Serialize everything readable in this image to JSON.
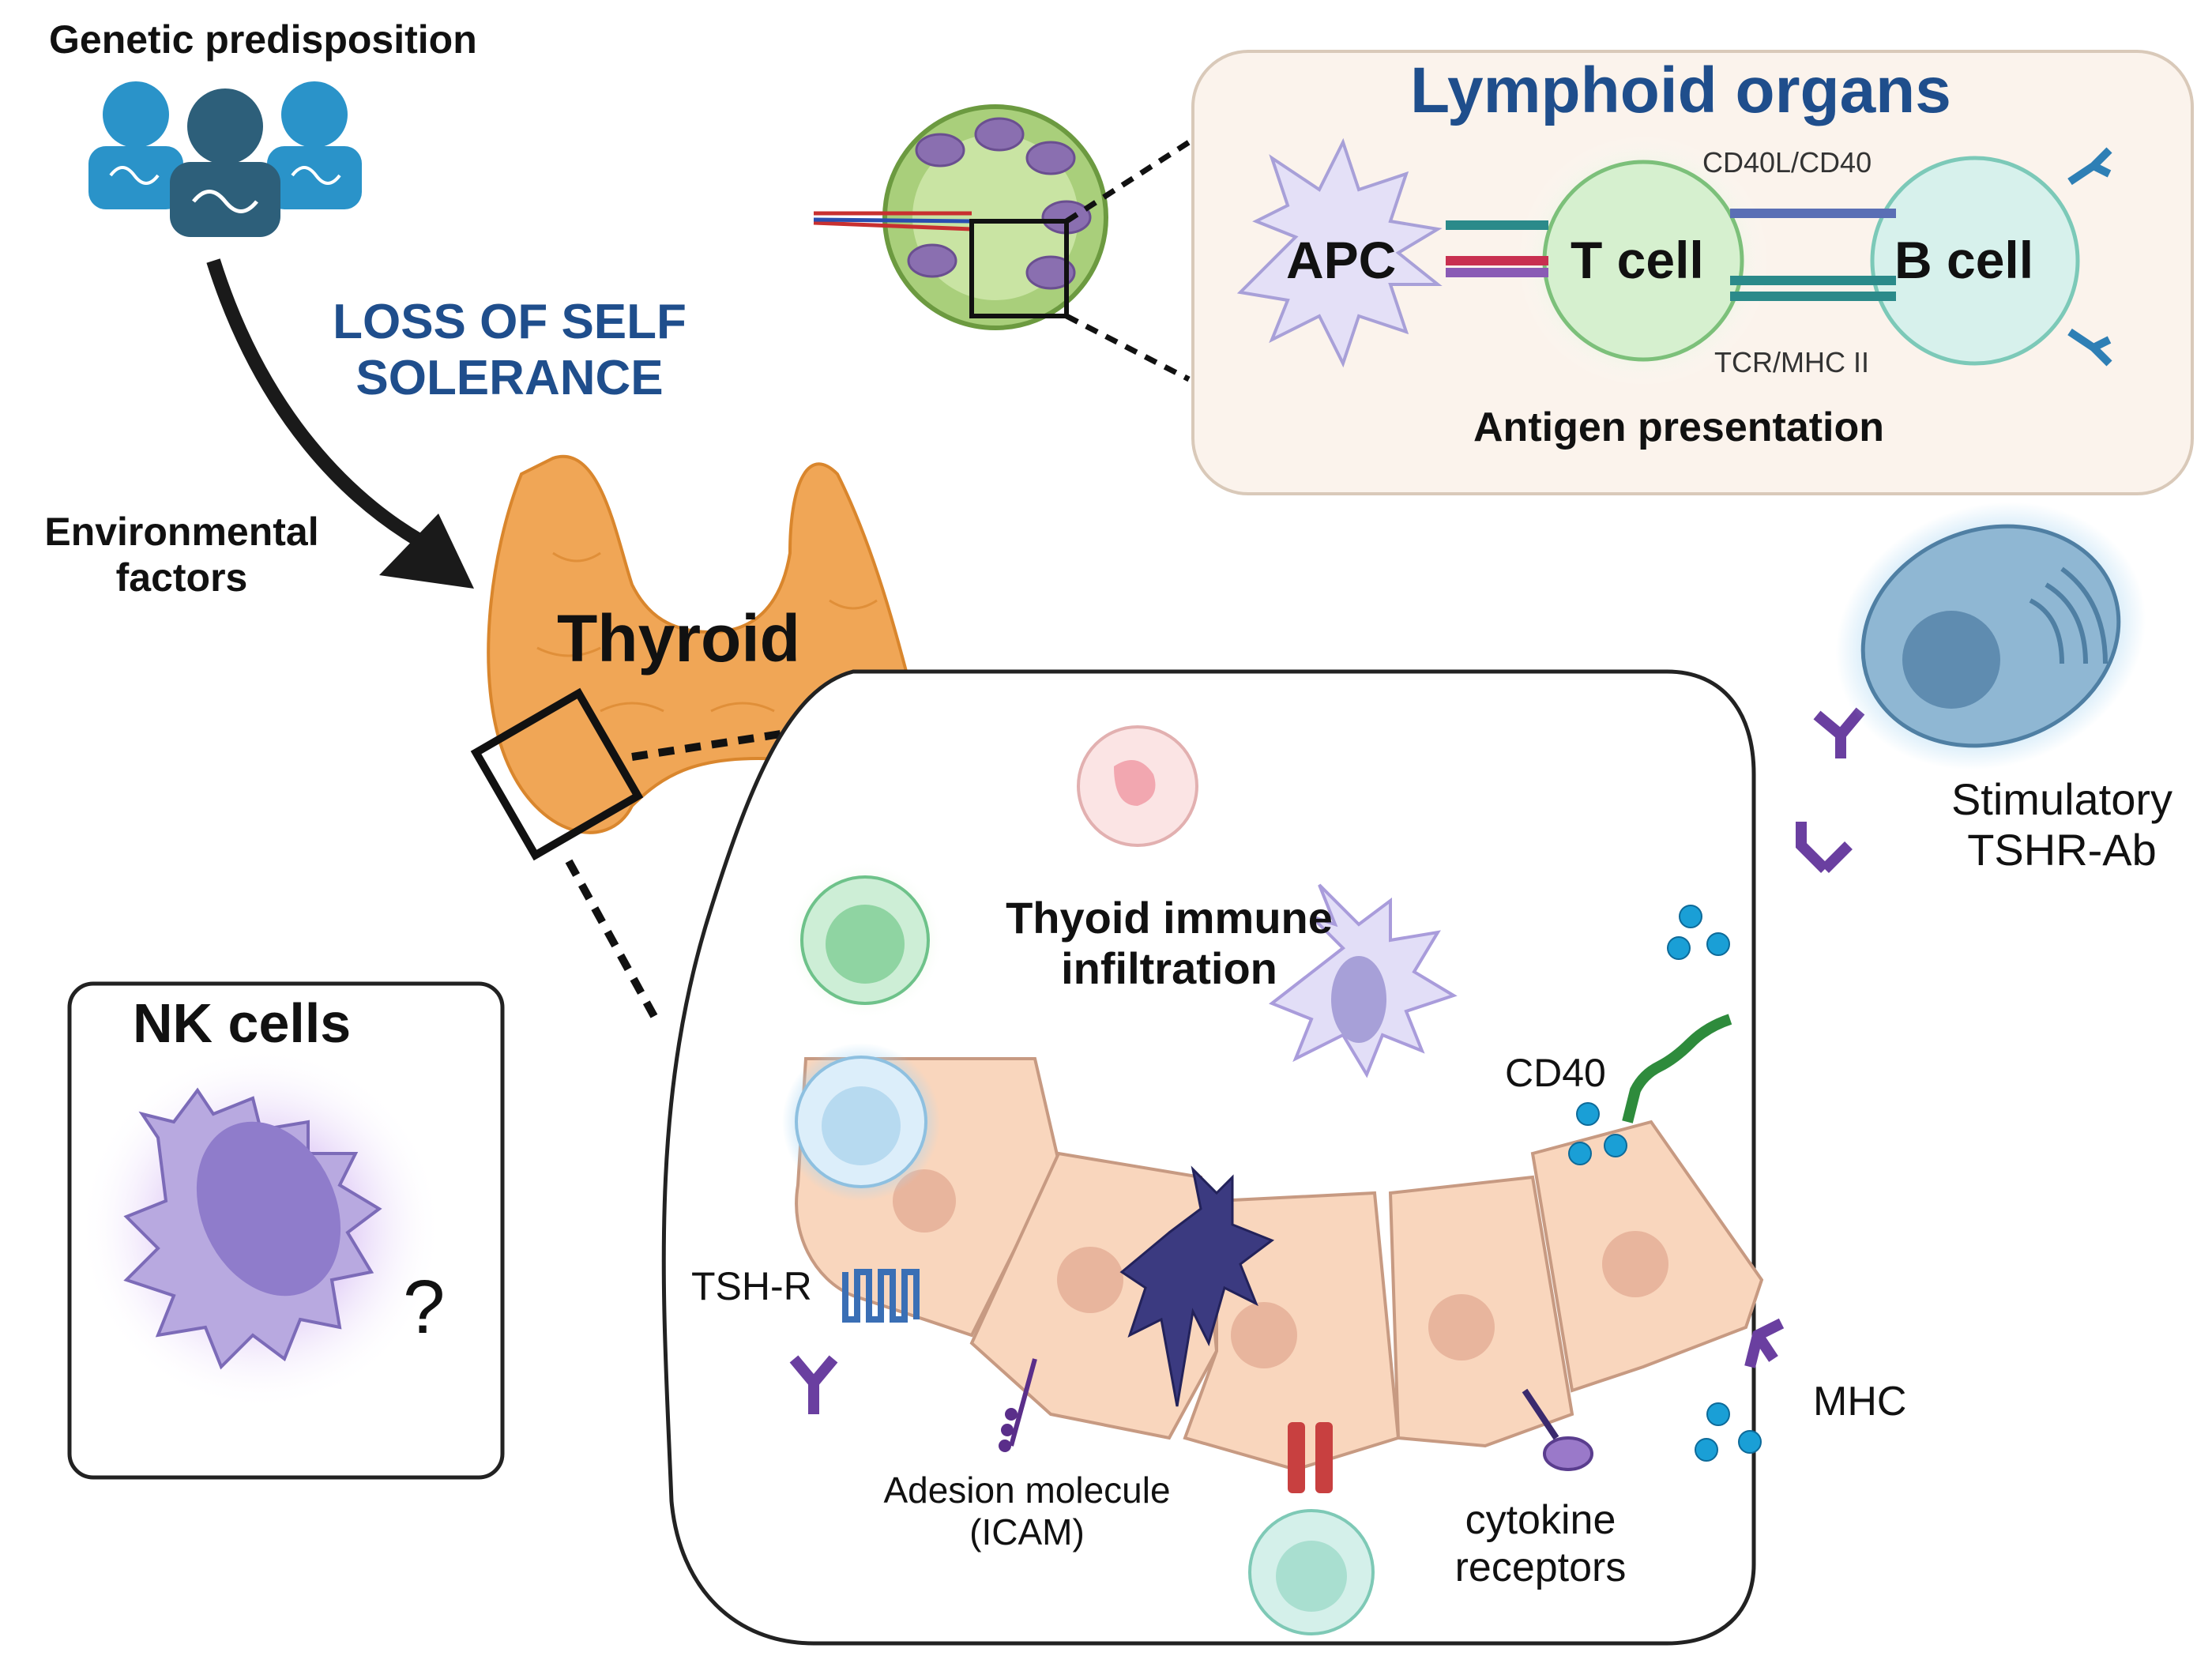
{
  "labels": {
    "genetic": "Genetic predisposition",
    "loss_line1": "LOSS OF SELF",
    "loss_line2": "SOLERANCE",
    "env_line1": "Environmental",
    "env_line2": "factors",
    "thyroid": "Thyroid",
    "lymphoid_title": "Lymphoid organs",
    "apc": "APC",
    "t_cell": "T cell",
    "b_cell": "B cell",
    "cd40l": "CD40L/CD40",
    "tcr": "TCR/MHC II",
    "antigen": "Antigen presentation",
    "stim_line1": "Stimulatory",
    "stim_line2": "TSHR-Ab",
    "nk": "NK cells",
    "question": "?",
    "infil_line1": "Thyoid immune",
    "infil_line2": "infiltration",
    "cd40": "CD40",
    "tshr": "TSH-R",
    "mhc": "MHC",
    "adhesion_line1": "Adesion molecule",
    "adhesion_line2": "(ICAM)",
    "cytokine_line1": "cytokine",
    "cytokine_line2": "receptors"
  },
  "colors": {
    "title_blue": "#1f4e8c",
    "thyroid_orange": "#f0a656",
    "epithelium": "#f9d6bd",
    "antibody_purple": "#6a3fa0",
    "cytokine_blue": "#1a9fd6"
  }
}
